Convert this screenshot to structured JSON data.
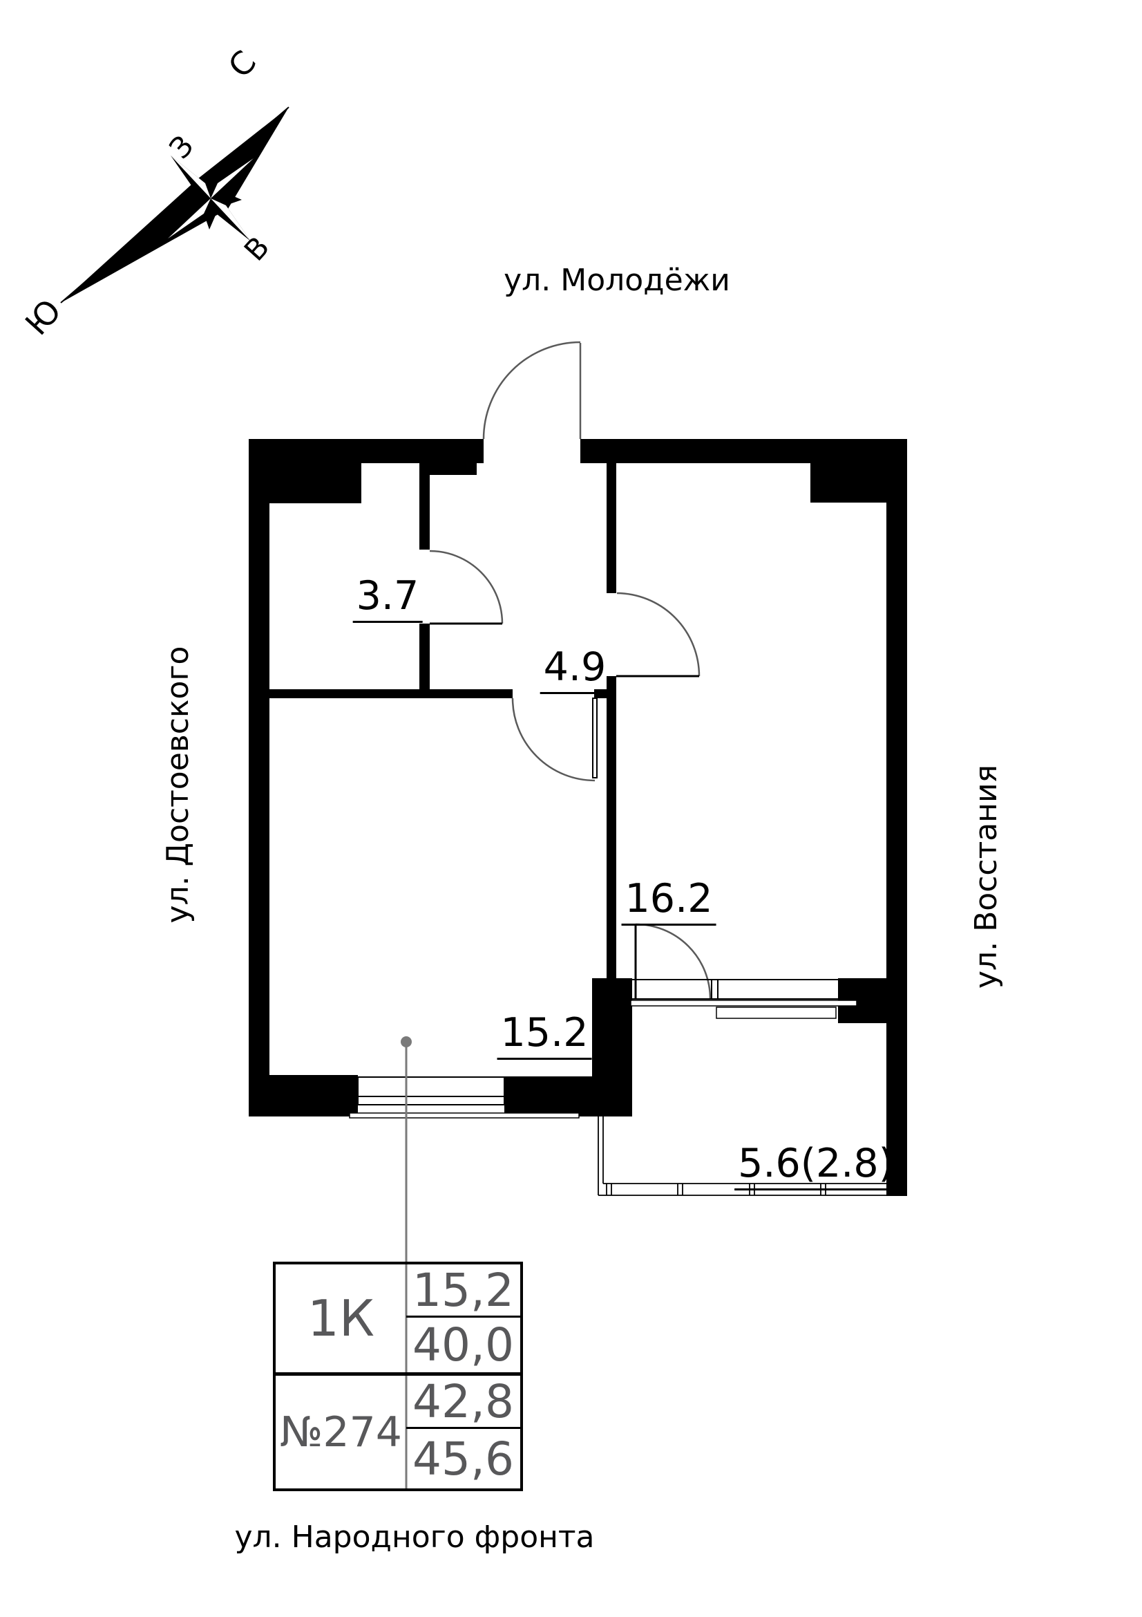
{
  "streets": {
    "top": "ул. Молодёжи",
    "left": "ул. Достоевского",
    "right": "ул. Восстания",
    "bottom": "ул. Народного фронта"
  },
  "compass": {
    "north_label": "С",
    "south_label": "Ю",
    "west_label": "З",
    "east_label": "В"
  },
  "plan": {
    "rooms": [
      {
        "id": "bathroom",
        "area_label": "3.7"
      },
      {
        "id": "hallway",
        "area_label": "4.9"
      },
      {
        "id": "living-room",
        "area_label": "16.2"
      },
      {
        "id": "kitchen-living-room",
        "area_label": "15.2"
      },
      {
        "id": "balcony",
        "area_label": "5.6(2.8)"
      }
    ]
  },
  "info_table": {
    "type_label": "1К",
    "number_label": "№274",
    "values": [
      "15,2",
      "40,0",
      "42,8",
      "45,6"
    ]
  },
  "colors": {
    "wall": "#000000",
    "door_arc": "#5a5a5a",
    "leader": "#7a7a7a",
    "table_text": "#58585a"
  }
}
